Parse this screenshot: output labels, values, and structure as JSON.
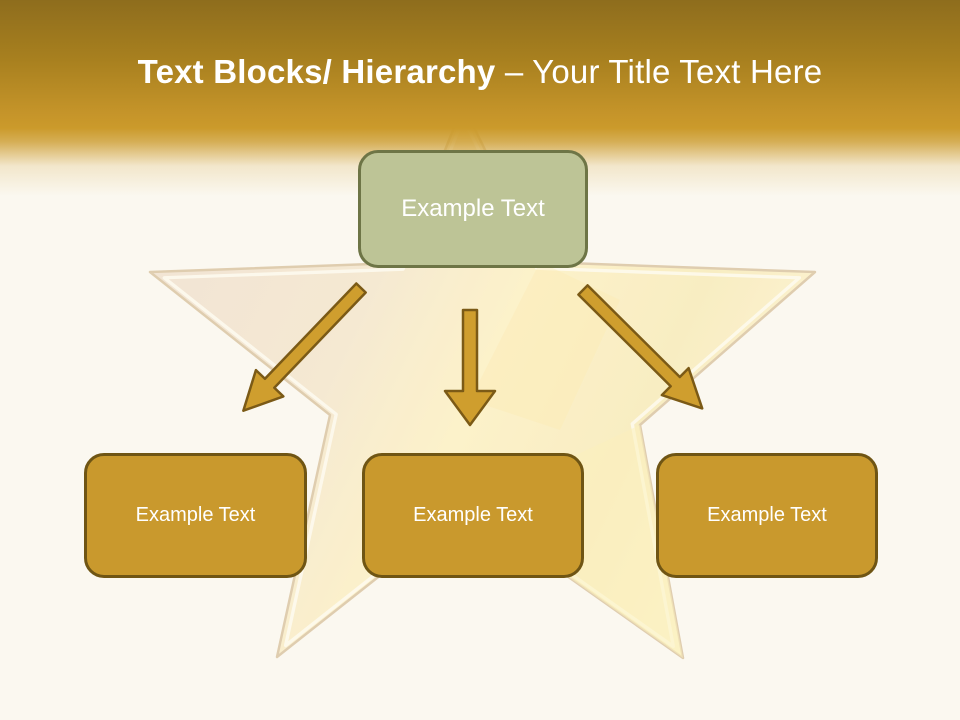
{
  "slide": {
    "title": {
      "bold_text": "Text Blocks/ Hierarchy",
      "separator": " – ",
      "regular_text": "Your Title Text Here"
    },
    "nodes": {
      "root": {
        "label": "Example Text"
      },
      "children": [
        {
          "label": "Example Text"
        },
        {
          "label": "Example Text"
        },
        {
          "label": "Example Text"
        }
      ]
    },
    "icons": {
      "arrow_left": "block-arrow-down-left",
      "arrow_middle": "block-arrow-down",
      "arrow_right": "block-arrow-down-right",
      "background": "gold-star-watermark"
    },
    "colors": {
      "header_top": "#8e6d1d",
      "header_gold": "#cb9a2b",
      "background": "#fbf8f0",
      "root_fill": "#bdc496",
      "root_border": "#6e7546",
      "child_fill": "#c9992d",
      "child_border": "#6f5514",
      "arrow_fill": "#cf9e2e",
      "arrow_border": "#7b5a16",
      "star_cream": "#f5e8cf",
      "title_text": "#ffffff"
    }
  }
}
